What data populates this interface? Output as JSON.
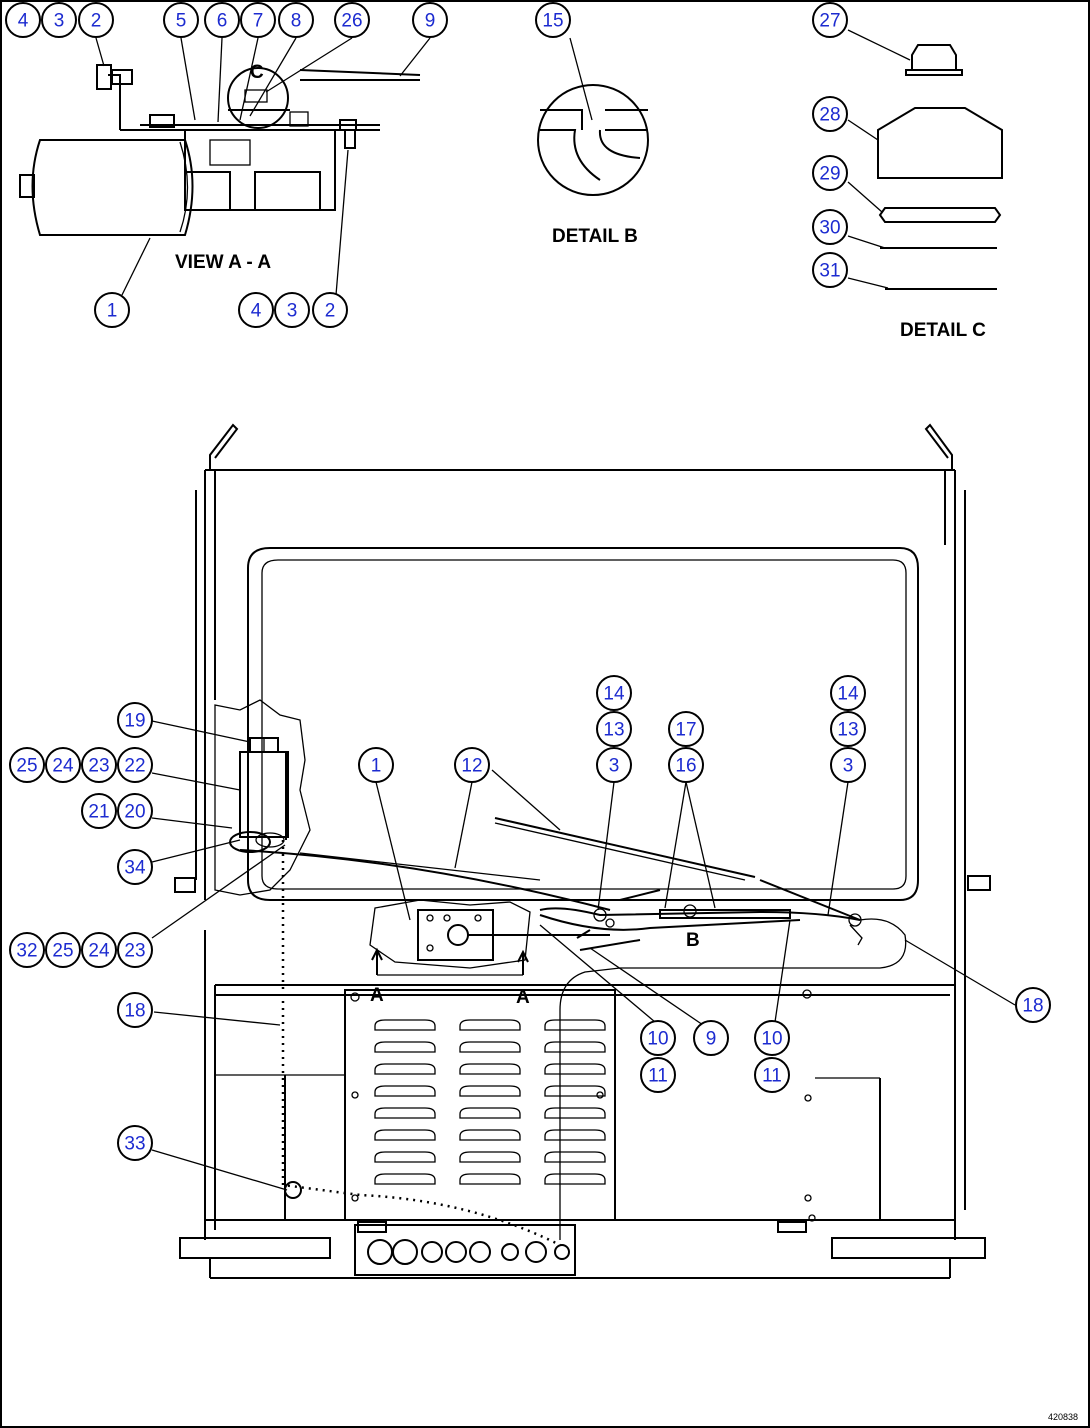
{
  "labels": {
    "view_aa": "VIEW A - A",
    "detail_b": "DETAIL B",
    "detail_c": "DETAIL C",
    "section_a_left": "A",
    "section_a_right": "A",
    "detail_b_marker": "B",
    "detail_c_marker": "C",
    "drawing_code": "420838"
  },
  "callouts": [
    {
      "id": "c4a",
      "text": "4"
    },
    {
      "id": "c3a",
      "text": "3"
    },
    {
      "id": "c2a",
      "text": "2"
    },
    {
      "id": "c5",
      "text": "5"
    },
    {
      "id": "c6",
      "text": "6"
    },
    {
      "id": "c7",
      "text": "7"
    },
    {
      "id": "c8",
      "text": "8"
    },
    {
      "id": "c26",
      "text": "26"
    },
    {
      "id": "c9a",
      "text": "9"
    },
    {
      "id": "c1a",
      "text": "1"
    },
    {
      "id": "c4b",
      "text": "4"
    },
    {
      "id": "c3b",
      "text": "3"
    },
    {
      "id": "c2b",
      "text": "2"
    },
    {
      "id": "c15",
      "text": "15"
    },
    {
      "id": "c27",
      "text": "27"
    },
    {
      "id": "c28",
      "text": "28"
    },
    {
      "id": "c29",
      "text": "29"
    },
    {
      "id": "c30",
      "text": "30"
    },
    {
      "id": "c31",
      "text": "31"
    },
    {
      "id": "c19",
      "text": "19"
    },
    {
      "id": "c25a",
      "text": "25"
    },
    {
      "id": "c24a",
      "text": "24"
    },
    {
      "id": "c23a",
      "text": "23"
    },
    {
      "id": "c22",
      "text": "22"
    },
    {
      "id": "c21",
      "text": "21"
    },
    {
      "id": "c20",
      "text": "20"
    },
    {
      "id": "c34",
      "text": "34"
    },
    {
      "id": "c32",
      "text": "32"
    },
    {
      "id": "c25b",
      "text": "25"
    },
    {
      "id": "c24b",
      "text": "24"
    },
    {
      "id": "c23b",
      "text": "23"
    },
    {
      "id": "c18a",
      "text": "18"
    },
    {
      "id": "c33",
      "text": "33"
    },
    {
      "id": "c1b",
      "text": "1"
    },
    {
      "id": "c12",
      "text": "12"
    },
    {
      "id": "c14a",
      "text": "14"
    },
    {
      "id": "c13a",
      "text": "13"
    },
    {
      "id": "c3c",
      "text": "3"
    },
    {
      "id": "c17",
      "text": "17"
    },
    {
      "id": "c16",
      "text": "16"
    },
    {
      "id": "c14b",
      "text": "14"
    },
    {
      "id": "c13b",
      "text": "13"
    },
    {
      "id": "c3d",
      "text": "3"
    },
    {
      "id": "c10a",
      "text": "10"
    },
    {
      "id": "c11a",
      "text": "11"
    },
    {
      "id": "c9b",
      "text": "9"
    },
    {
      "id": "c10b",
      "text": "10"
    },
    {
      "id": "c11b",
      "text": "11"
    },
    {
      "id": "c18b",
      "text": "18"
    }
  ]
}
